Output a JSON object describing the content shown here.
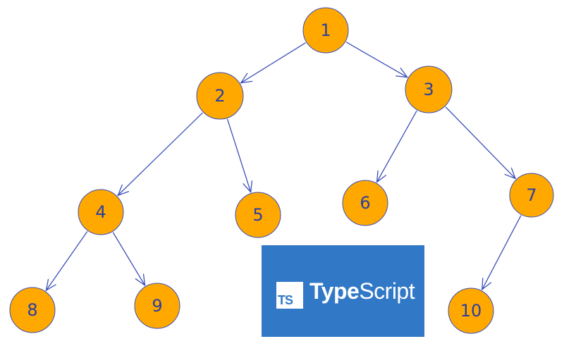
{
  "diagram": {
    "nodes": [
      {
        "id": "1",
        "label": "1"
      },
      {
        "id": "2",
        "label": "2"
      },
      {
        "id": "3",
        "label": "3"
      },
      {
        "id": "4",
        "label": "4"
      },
      {
        "id": "5",
        "label": "5"
      },
      {
        "id": "6",
        "label": "6"
      },
      {
        "id": "7",
        "label": "7"
      },
      {
        "id": "8",
        "label": "8"
      },
      {
        "id": "9",
        "label": "9"
      },
      {
        "id": "10",
        "label": "10"
      }
    ],
    "edges": [
      {
        "from": "1",
        "to": "2"
      },
      {
        "from": "1",
        "to": "3"
      },
      {
        "from": "2",
        "to": "4"
      },
      {
        "from": "2",
        "to": "5"
      },
      {
        "from": "3",
        "to": "6"
      },
      {
        "from": "3",
        "to": "7"
      },
      {
        "from": "4",
        "to": "8"
      },
      {
        "from": "4",
        "to": "9"
      },
      {
        "from": "7",
        "to": "10"
      }
    ],
    "colors": {
      "node_fill": "#ffa800",
      "node_stroke": "#3b4fb8",
      "edge": "#3b4fb8",
      "label": "#2a3fa0"
    }
  },
  "logo": {
    "badge_text": "TS",
    "name_bold": "Type",
    "name_regular": "Script",
    "background": "#3178c6"
  }
}
